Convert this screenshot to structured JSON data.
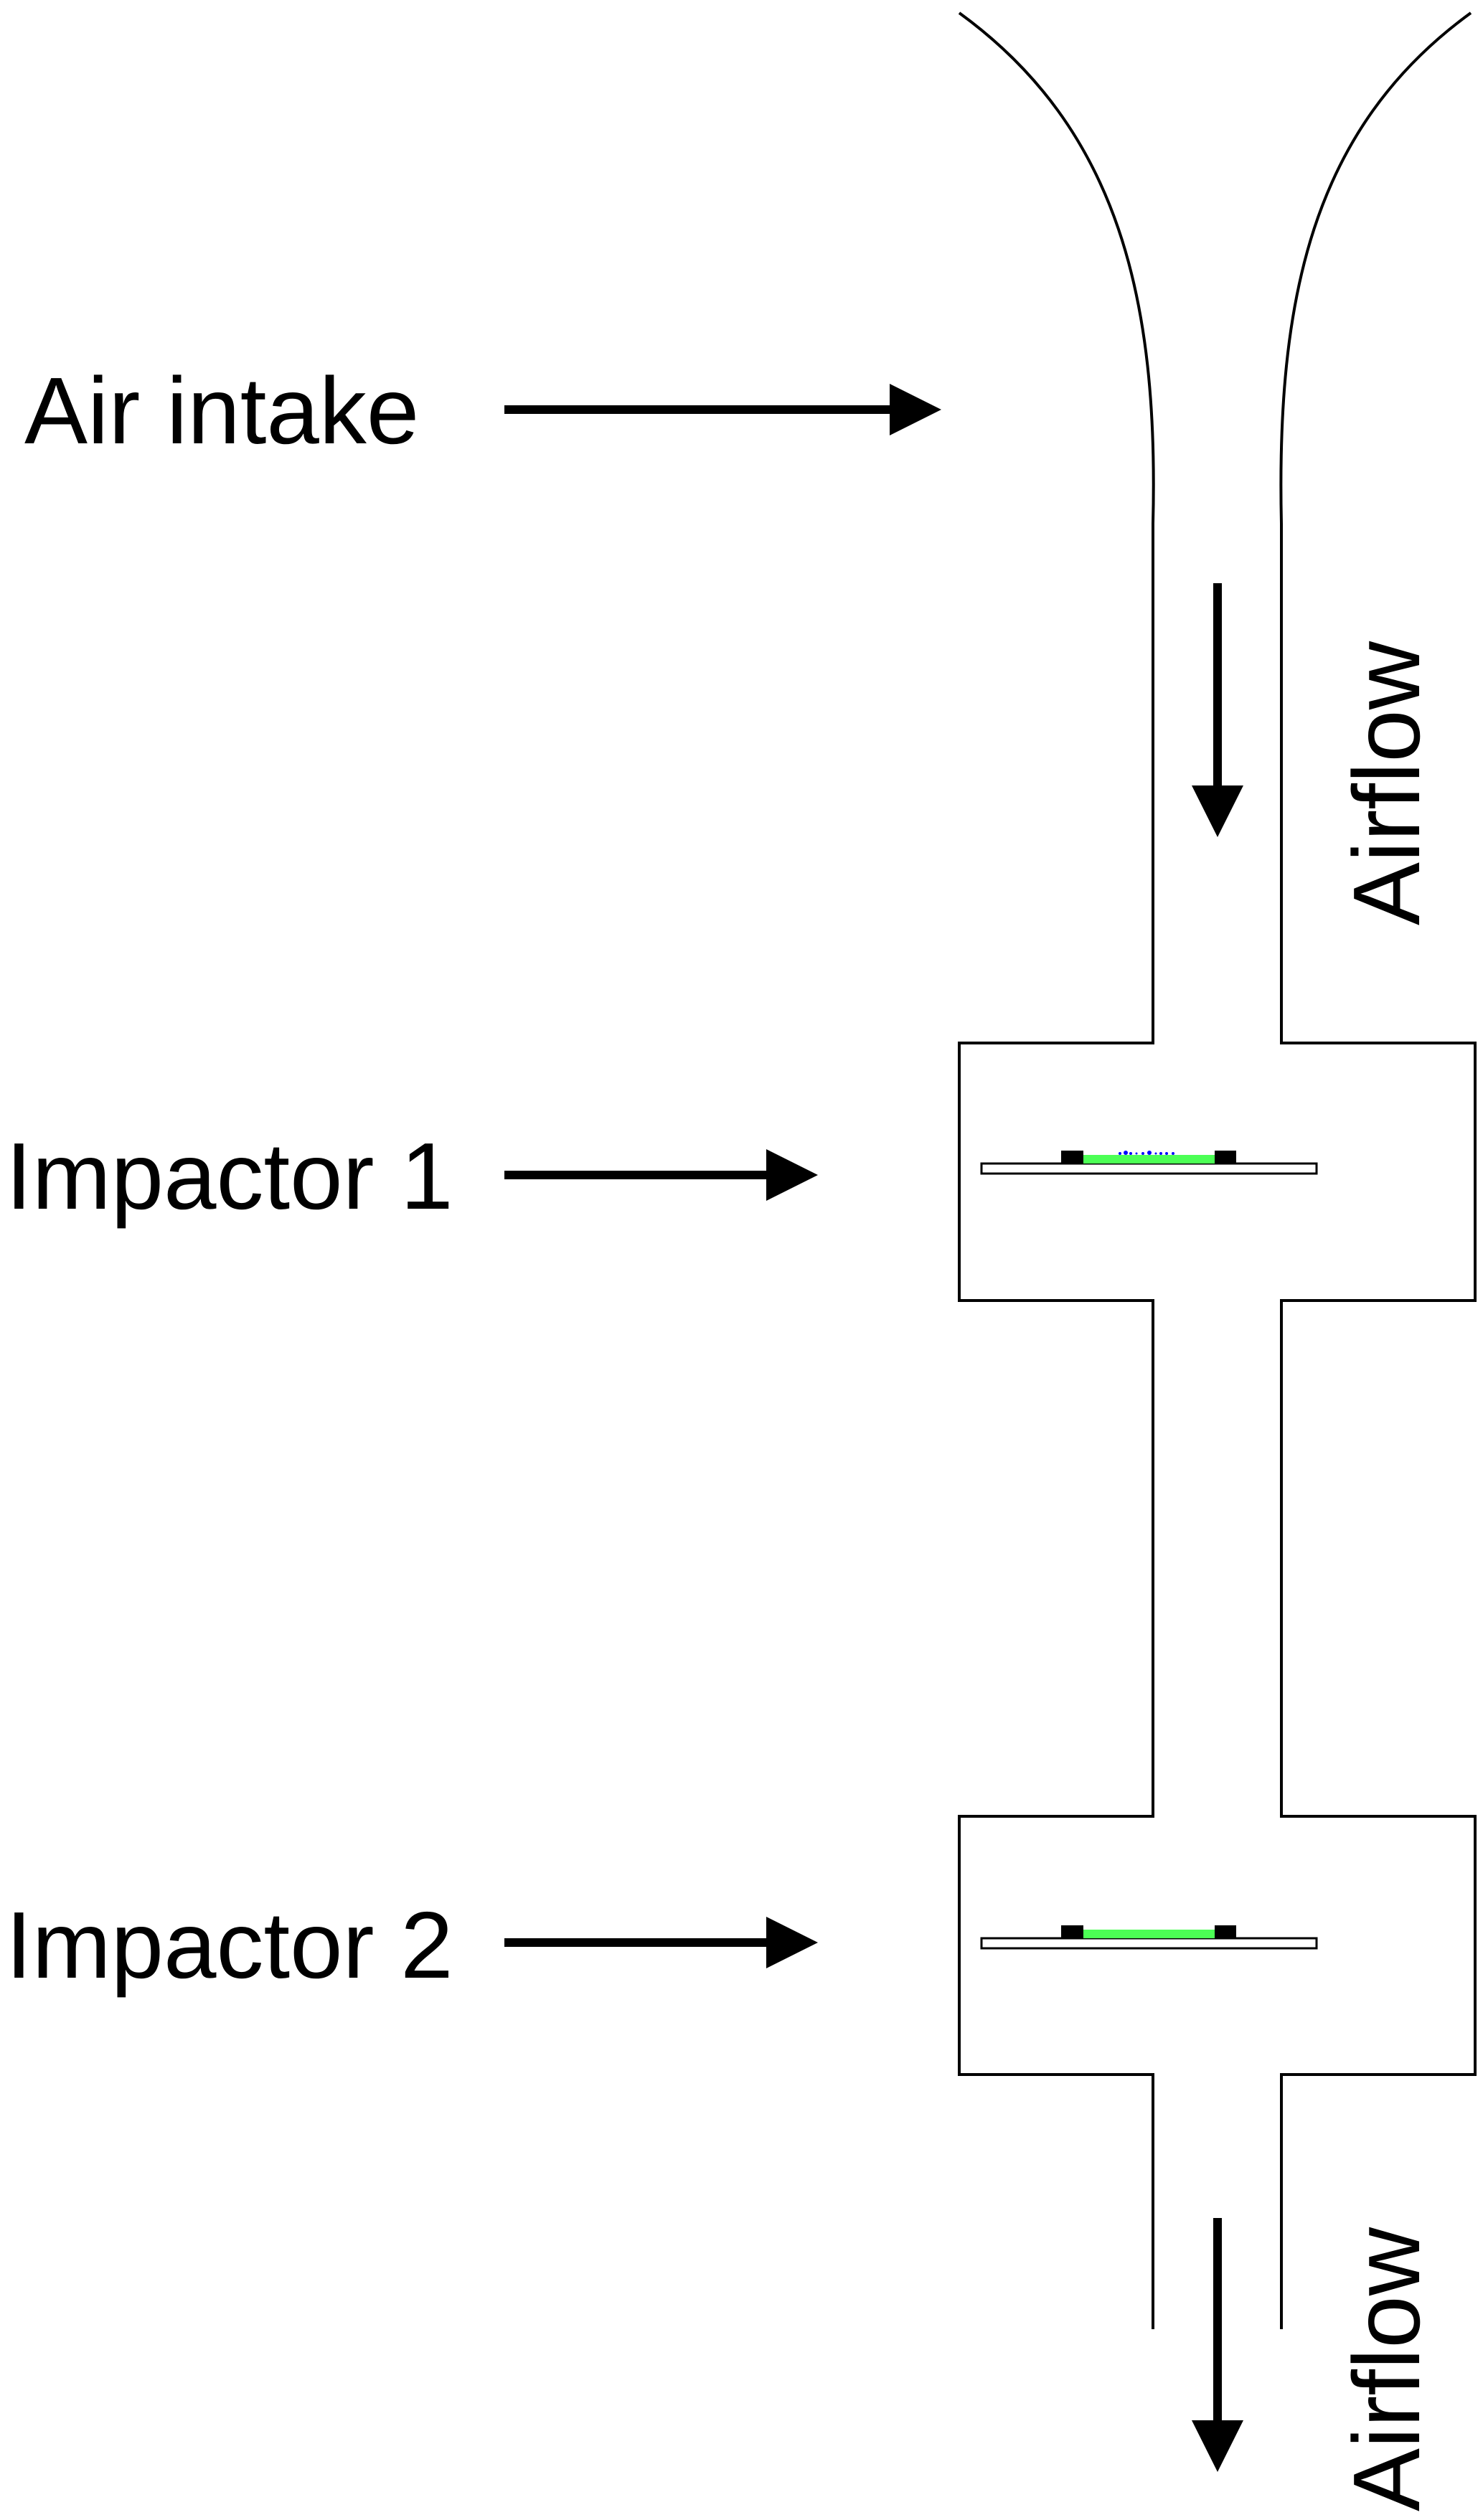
{
  "labels": {
    "air_intake": "Air intake",
    "impactor_1": "Impactor 1",
    "impactor_2": "Impactor 2",
    "airflow_top": "Airflow",
    "airflow_bottom": "Airflow"
  },
  "colors": {
    "substrate": "#4cff55",
    "particles": "#0000ff",
    "lines": "#000000"
  }
}
